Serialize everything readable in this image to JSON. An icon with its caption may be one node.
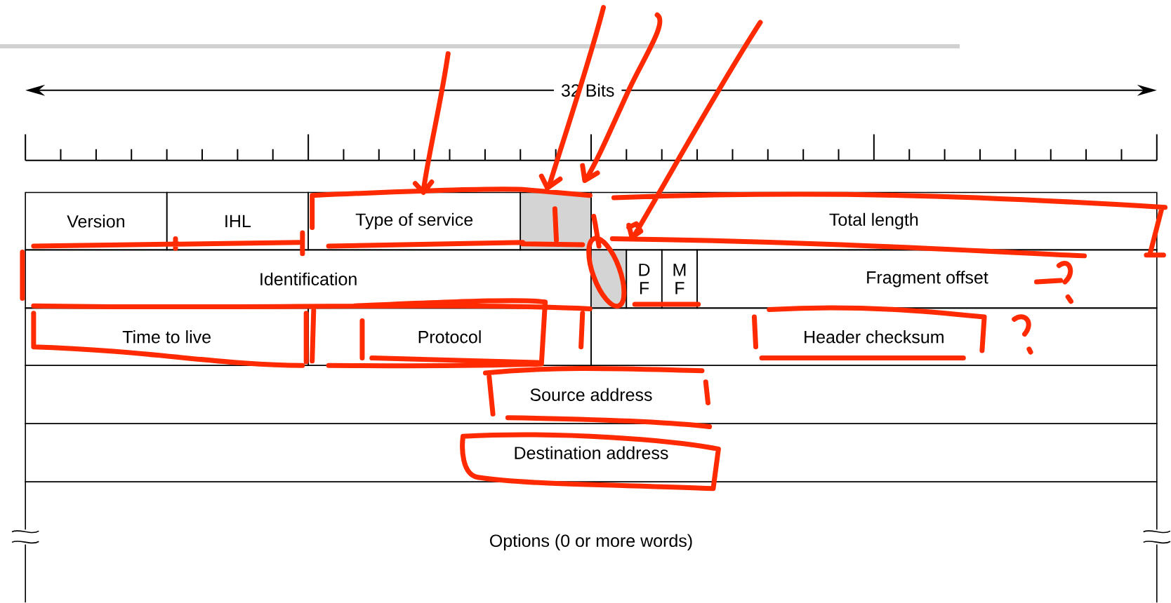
{
  "diagram": {
    "nodes": [
      {
        "text": [
          "Version"
        ]
      },
      {
        "text": [
          "IHL"
        ]
      },
      {
        "text": [
          "Type of service"
        ]
      },
      {
        "text": [],
        "shape": "box"
      },
      {
        "text": [
          "Total length"
        ]
      },
      {
        "text": [
          "Identification"
        ]
      },
      {
        "text": [],
        "shape": "box"
      },
      {
        "text": [
          "D F"
        ]
      },
      {
        "text": [
          "M F"
        ]
      },
      {
        "text": [
          "Fragment offset"
        ]
      },
      {
        "text": [
          "Time to live"
        ]
      },
      {
        "text": [
          "Protocol"
        ]
      },
      {
        "text": [
          "Header checksum"
        ]
      },
      {
        "text": [
          "Source address"
        ]
      },
      {
        "text": [
          "Destination address"
        ]
      },
      {
        "text": [
          "Options (0 or more words)"
        ]
      }
    ],
    "labels": [
      "32 Bits"
    ]
  }
}
